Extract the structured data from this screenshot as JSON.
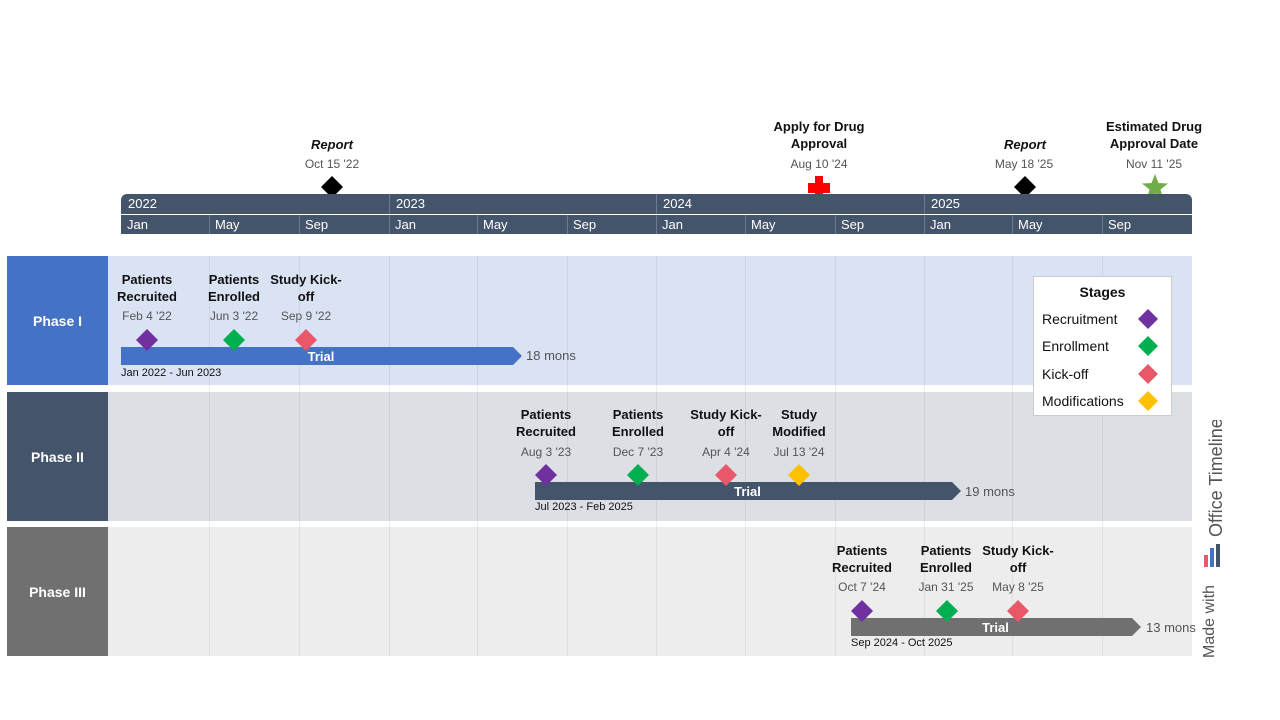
{
  "colors": {
    "dark_bar": "#44546a",
    "phase1_label": "#4472c4",
    "phase1_bg": "#dae3f3",
    "phase1_task": "#4472c4",
    "phase2_label": "#44546a",
    "phase2_bg": "#dcdfe4",
    "phase2_task": "#44546a",
    "phase3_label": "#707070",
    "phase3_bg": "#ededed",
    "phase3_task": "#707070",
    "recruitment": "#7030a0",
    "enrollment": "#00b050",
    "kickoff": "#e85868",
    "modifications": "#ffc000",
    "report": "#000000",
    "approval": "#ff0000",
    "estimated": "#70ad47"
  },
  "timescale": {
    "years": [
      "2022",
      "2023",
      "2024",
      "2025"
    ],
    "months": [
      "Jan",
      "May",
      "Sep",
      "Jan",
      "May",
      "Sep",
      "Jan",
      "May",
      "Sep",
      "Jan",
      "May",
      "Sep"
    ]
  },
  "top_milestones": [
    {
      "title": "Report",
      "date": "Oct 15 '22",
      "icon": "diamond-icon"
    },
    {
      "title": "Apply for Drug Approval",
      "date": "Aug 10 '24",
      "icon": "medical-cross-icon"
    },
    {
      "title": "Report",
      "date": "May 18 '25",
      "icon": "diamond-icon"
    },
    {
      "title": "Estimated Drug Approval Date",
      "date": "Nov 11 '25",
      "icon": "star-icon"
    }
  ],
  "phases": [
    {
      "label": "Phase I",
      "task_label": "Trial",
      "duration": "18 mons",
      "range": "Jan 2022 - Jun 2023",
      "milestones": [
        {
          "title": "Patients Recruited",
          "date": "Feb 4 '22",
          "stage": "recruitment"
        },
        {
          "title": "Patients Enrolled",
          "date": "Jun 3 '22",
          "stage": "enrollment"
        },
        {
          "title": "Study Kick-off",
          "date": "Sep 9 '22",
          "stage": "kickoff"
        }
      ]
    },
    {
      "label": "Phase II",
      "task_label": "Trial",
      "duration": "19 mons",
      "range": "Jul 2023 - Feb 2025",
      "milestones": [
        {
          "title": "Patients Recruited",
          "date": "Aug 3 '23",
          "stage": "recruitment"
        },
        {
          "title": "Patients Enrolled",
          "date": "Dec 7 '23",
          "stage": "enrollment"
        },
        {
          "title": "Study Kick-off",
          "date": "Apr 4 '24",
          "stage": "kickoff"
        },
        {
          "title": "Study Modified",
          "date": "Jul 13 '24",
          "stage": "modifications"
        }
      ]
    },
    {
      "label": "Phase III",
      "task_label": "Trial",
      "duration": "13 mons",
      "range": "Sep 2024 - Oct 2025",
      "milestones": [
        {
          "title": "Patients Recruited",
          "date": "Oct 7 '24",
          "stage": "recruitment"
        },
        {
          "title": "Patients Enrolled",
          "date": "Jan 31 '25",
          "stage": "enrollment"
        },
        {
          "title": "Study Kick-off",
          "date": "May 8 '25",
          "stage": "kickoff"
        }
      ]
    }
  ],
  "legend": {
    "title": "Stages",
    "items": [
      {
        "label": "Recruitment",
        "stage": "recruitment"
      },
      {
        "label": "Enrollment",
        "stage": "enrollment"
      },
      {
        "label": "Kick-off",
        "stage": "kickoff"
      },
      {
        "label": "Modifications",
        "stage": "modifications"
      }
    ]
  },
  "branding": {
    "made_with": "Made with",
    "product": "Office Timeline",
    "icon": "office-timeline-logo-icon"
  }
}
